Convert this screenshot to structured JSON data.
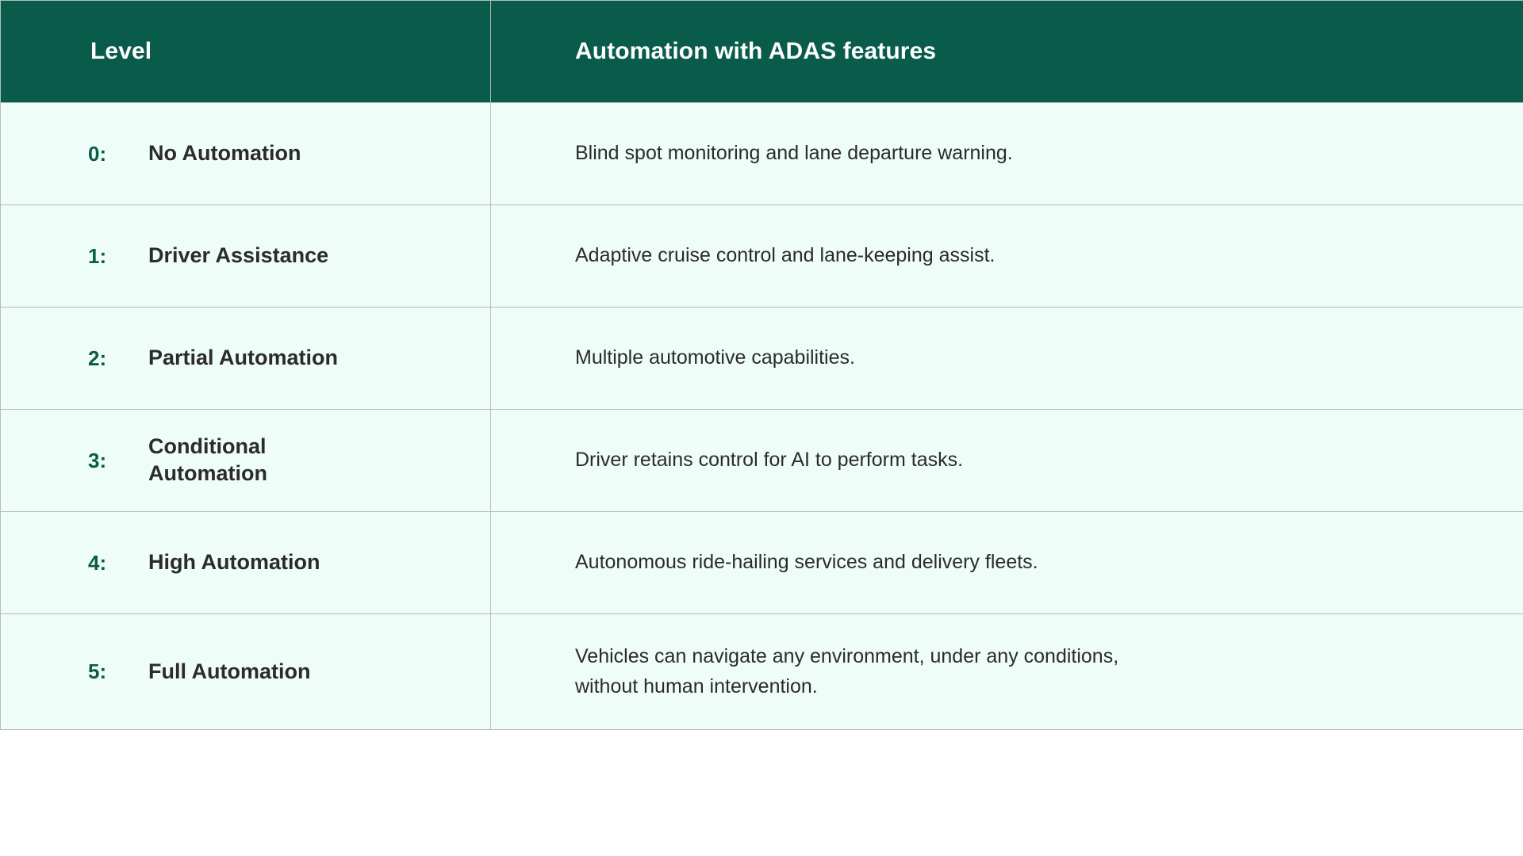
{
  "table": {
    "headers": {
      "level": "Level",
      "description": "Automation with ADAS features"
    },
    "colors": {
      "header_background": "#0a5c4a",
      "header_text": "#ffffff",
      "row_background": "#effdf8",
      "border": "#b9bcbb",
      "level_number_accent": "#0a5c4a",
      "body_text": "#2b2b2b"
    },
    "rows": [
      {
        "number": "0:",
        "name": "No Automation",
        "description": "Blind spot monitoring and lane departure  warning."
      },
      {
        "number": "1:",
        "name": "Driver Assistance",
        "description": "Adaptive cruise control and lane-keeping assist."
      },
      {
        "number": "2:",
        "name": "Partial Automation",
        "description": "Multiple automotive capabilities."
      },
      {
        "number": "3:",
        "name": "Conditional\nAutomation",
        "description": "Driver retains control for AI to perform tasks."
      },
      {
        "number": "4:",
        "name": "High Automation",
        "description": "Autonomous ride-hailing services and delivery fleets."
      },
      {
        "number": "5:",
        "name": "Full Automation",
        "description": "Vehicles can navigate any environment, under any conditions,\nwithout human intervention."
      }
    ]
  }
}
